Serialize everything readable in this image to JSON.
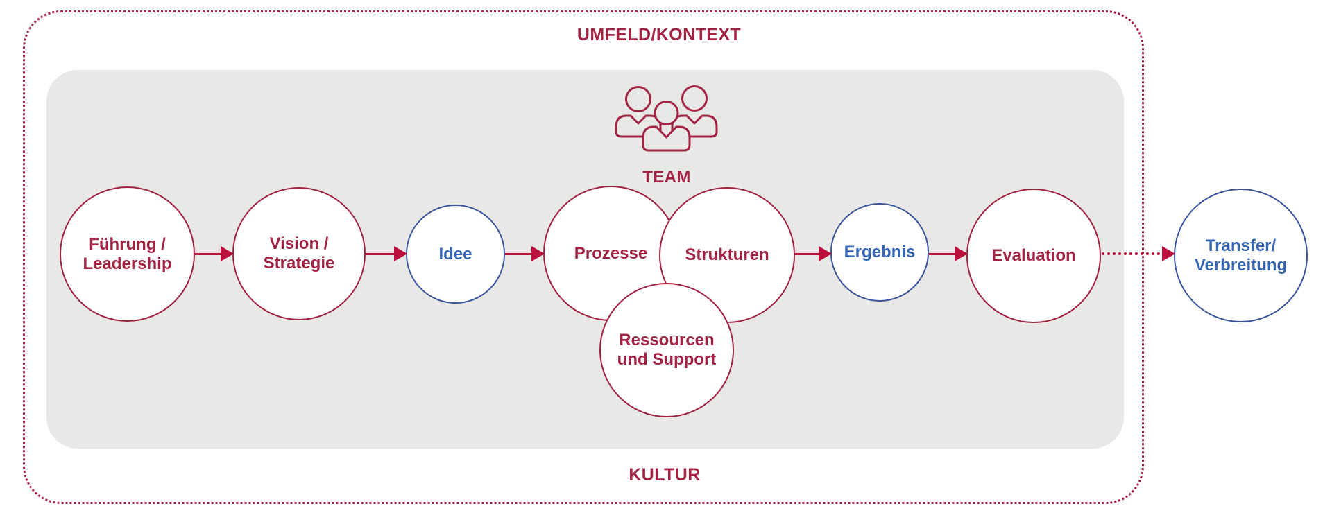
{
  "diagram": {
    "context_label": "UMFELD/KONTEXT",
    "culture_label": "KULTUR",
    "team": {
      "label": "TEAM",
      "icon": "people-group-icon"
    },
    "nodes": [
      {
        "id": "fuehrung-leadership",
        "label": "Führung /\nLeadership",
        "color": "red"
      },
      {
        "id": "vision-strategie",
        "label": "Vision /\nStrategie",
        "color": "red"
      },
      {
        "id": "idee",
        "label": "Idee",
        "color": "blue"
      },
      {
        "id": "prozesse",
        "label": "Prozesse",
        "color": "red"
      },
      {
        "id": "strukturen",
        "label": "Strukturen",
        "color": "red"
      },
      {
        "id": "ressourcen-support",
        "label": "Ressourcen\nund Support",
        "color": "red"
      },
      {
        "id": "ergebnis",
        "label": "Ergebnis",
        "color": "blue"
      },
      {
        "id": "evaluation",
        "label": "Evaluation",
        "color": "red"
      },
      {
        "id": "transfer-verbreitung",
        "label": "Transfer/\nVerbreitung",
        "color": "blue"
      }
    ],
    "connections": [
      {
        "from": "fuehrung-leadership",
        "to": "vision-strategie",
        "style": "solid"
      },
      {
        "from": "vision-strategie",
        "to": "idee",
        "style": "solid"
      },
      {
        "from": "idee",
        "to": "prozesse",
        "style": "solid"
      },
      {
        "from": "strukturen",
        "to": "ergebnis",
        "style": "solid"
      },
      {
        "from": "ergebnis",
        "to": "evaluation",
        "style": "solid"
      },
      {
        "from": "evaluation",
        "to": "transfer-verbreitung",
        "style": "dotted"
      }
    ],
    "colors": {
      "crimson": "#a32342",
      "arrow_red": "#bb0f3c",
      "blue_border": "#3a549c",
      "blue_text": "#3566b4",
      "panel_gray": "#e8e8e7"
    }
  }
}
